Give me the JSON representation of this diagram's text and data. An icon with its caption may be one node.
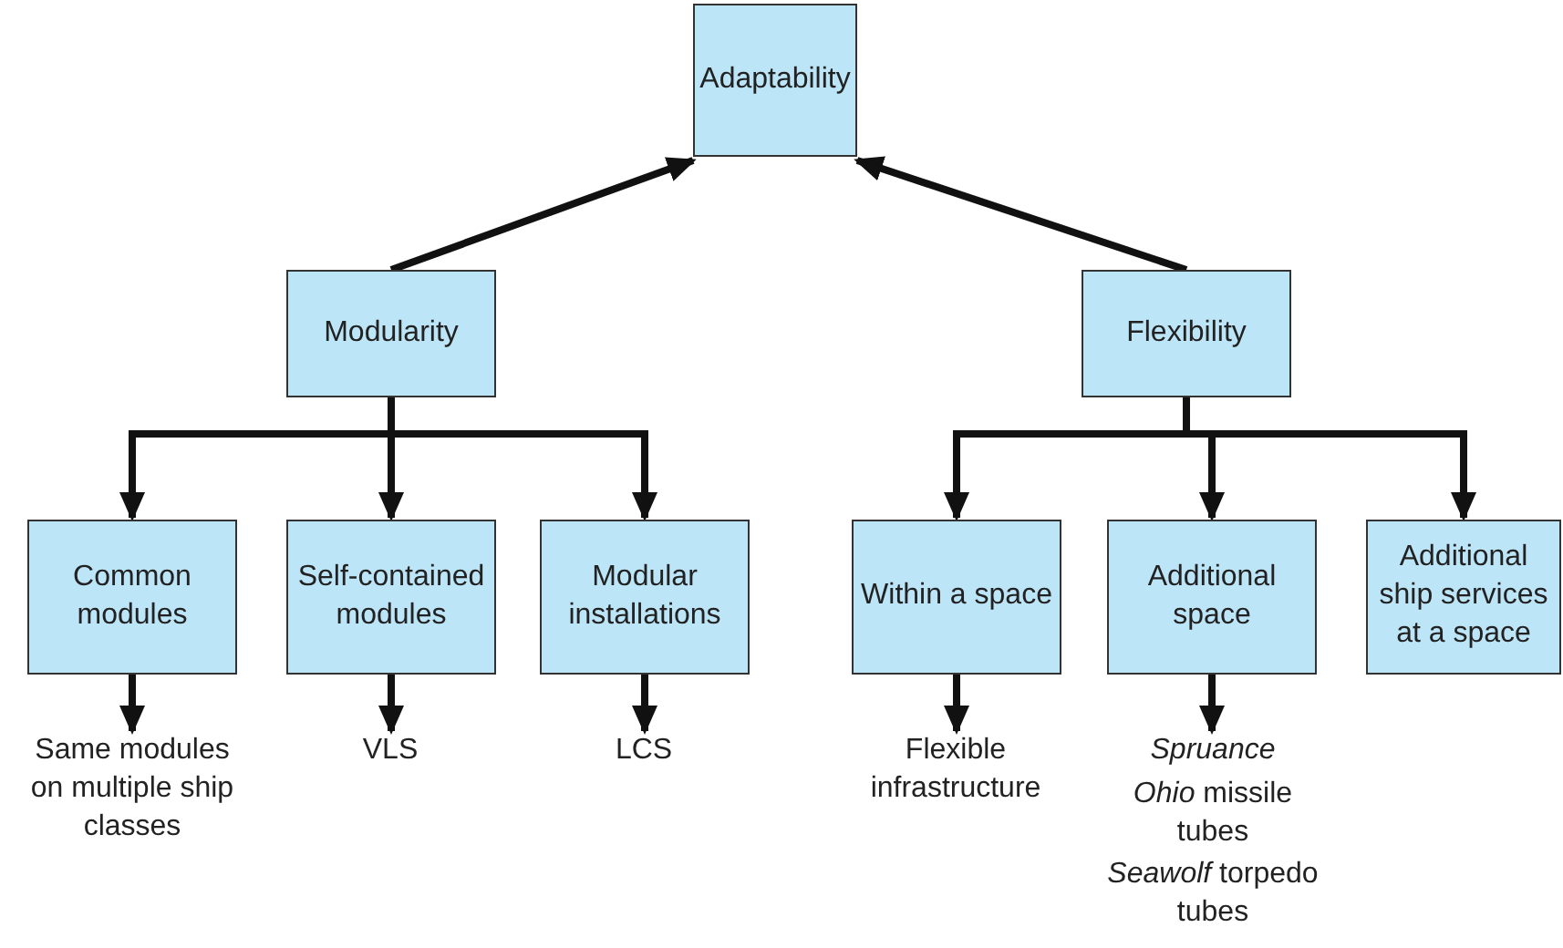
{
  "diagram": {
    "nodes": [
      {
        "text": [
          "Adaptability"
        ]
      },
      {
        "text": [
          "Modularity"
        ]
      },
      {
        "text": [
          "Flexibility"
        ]
      },
      {
        "text": [
          "Common modules"
        ]
      },
      {
        "text": [
          "Self-contained modules"
        ]
      },
      {
        "text": [
          "Modular installations"
        ]
      },
      {
        "text": [
          "Within a space"
        ]
      },
      {
        "text": [
          "Additional space"
        ]
      },
      {
        "text": [
          "Additional ship services at a space"
        ]
      },
      {
        "text": [
          "Same modules on multiple ship classes"
        ]
      },
      {
        "text": [
          "VLS"
        ]
      },
      {
        "text": [
          "LCS"
        ]
      },
      {
        "text": [
          "Flexible infrastructure"
        ]
      },
      {
        "text": [
          "*Spruance*",
          "*Ohio* missile tubes",
          "*Seawolf* torpedo tubes"
        ]
      }
    ],
    "edges": [
      {
        "from": 1,
        "to": 0,
        "arrow": "to"
      },
      {
        "from": 2,
        "to": 0,
        "arrow": "to"
      },
      {
        "from": 1,
        "to": 3,
        "arrow": "to"
      },
      {
        "from": 1,
        "to": 4,
        "arrow": "to"
      },
      {
        "from": 1,
        "to": 5,
        "arrow": "to"
      },
      {
        "from": 2,
        "to": 6,
        "arrow": "to"
      },
      {
        "from": 2,
        "to": 7,
        "arrow": "to"
      },
      {
        "from": 2,
        "to": 8,
        "arrow": "to"
      },
      {
        "from": 3,
        "to": 9,
        "arrow": "to"
      },
      {
        "from": 4,
        "to": 10,
        "arrow": "to"
      },
      {
        "from": 5,
        "to": 11,
        "arrow": "to"
      },
      {
        "from": 6,
        "to": 12,
        "arrow": "to"
      },
      {
        "from": 7,
        "to": 13,
        "arrow": "to"
      }
    ]
  }
}
